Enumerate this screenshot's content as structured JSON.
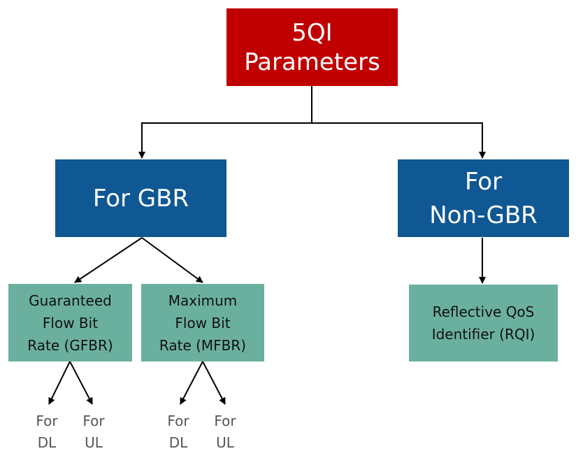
{
  "root": {
    "label": "5QI\nParameters",
    "color": "#c00000"
  },
  "gbr": {
    "label": "For GBR",
    "color": "#0f5893"
  },
  "nongbr": {
    "label": "For\nNon-GBR",
    "color": "#0f5893"
  },
  "gfbr": {
    "label": "Guaranteed\nFlow Bit\nRate (GFBR)",
    "color": "#6bb09e"
  },
  "mfbr": {
    "label": "Maximum\nFlow Bit\nRate (MFBR)",
    "color": "#6bb09e"
  },
  "rqi": {
    "label": "Reflective QoS\nIdentifier (RQI)",
    "color": "#6bb09e"
  },
  "leaf_labels": {
    "gfbr_dl": "For\nDL",
    "gfbr_ul": "For\nUL",
    "mfbr_dl": "For\nDL",
    "mfbr_ul": "For\nUL"
  }
}
